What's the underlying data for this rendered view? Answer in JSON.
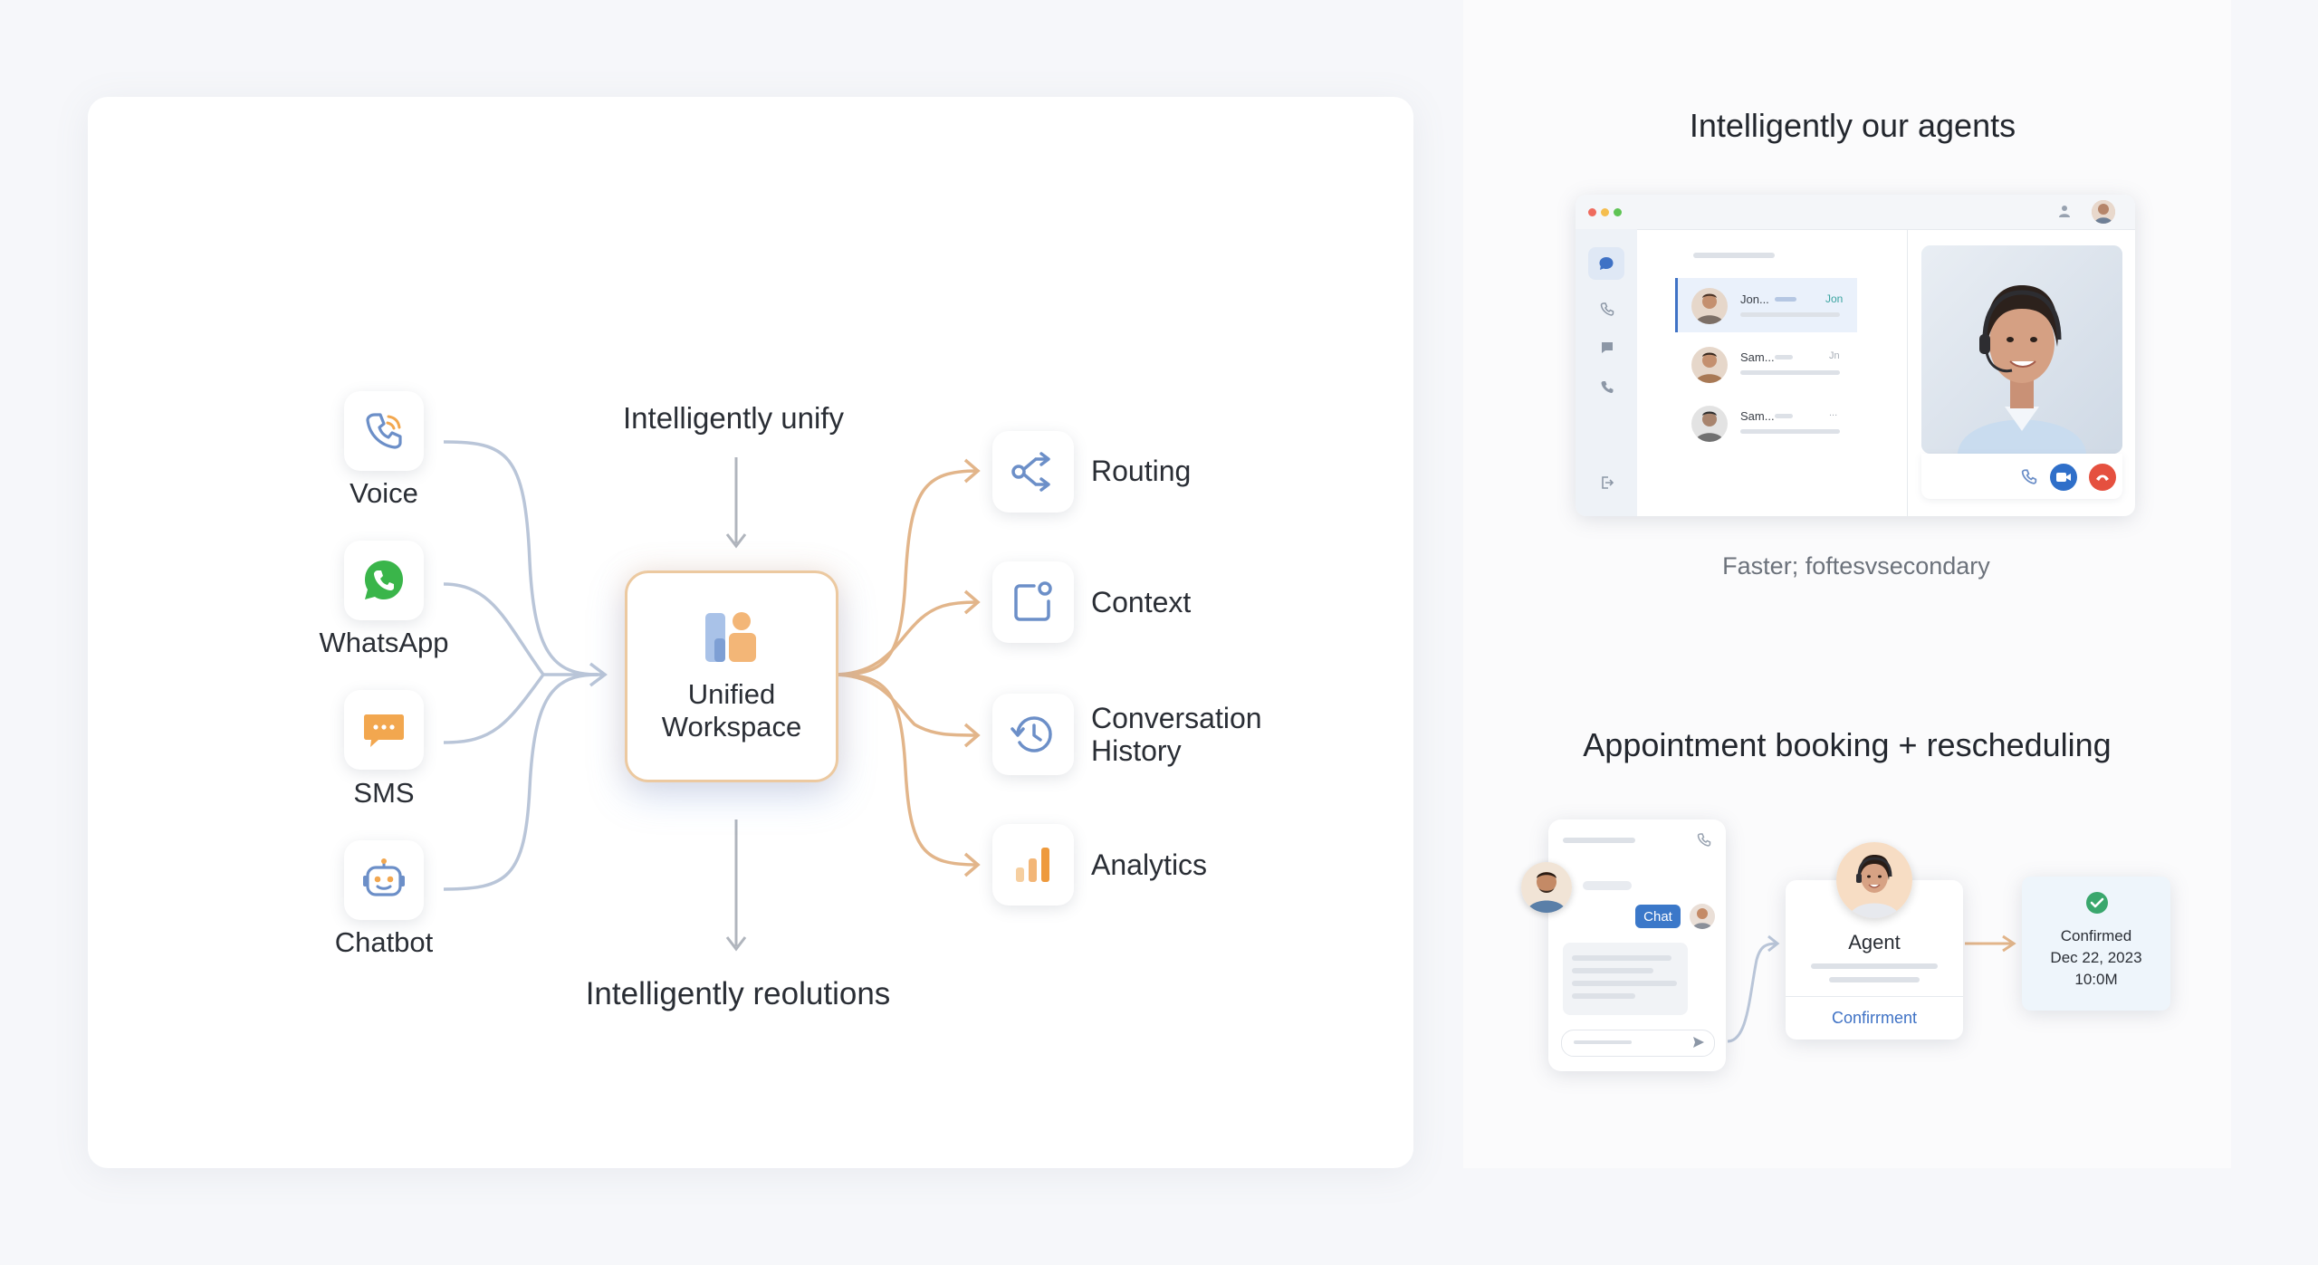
{
  "diagram": {
    "top_caption": "Intelligently unify",
    "bottom_caption": "Intelligently reolutions",
    "hub": {
      "line1": "Unified",
      "line2": "Workspace"
    },
    "channels": [
      {
        "label": "Voice",
        "icon": "phone-icon"
      },
      {
        "label": "WhatsApp",
        "icon": "whatsapp-icon"
      },
      {
        "label": "SMS",
        "icon": "sms-icon"
      },
      {
        "label": "Chatbot",
        "icon": "chatbot-icon"
      }
    ],
    "features": [
      {
        "line1": "Routing",
        "line2": "",
        "icon": "routing-icon"
      },
      {
        "line1": "Context",
        "line2": "",
        "icon": "context-icon"
      },
      {
        "line1": "Conversation",
        "line2": "History",
        "icon": "history-icon"
      },
      {
        "line1": "Analytics",
        "line2": "",
        "icon": "analytics-icon"
      }
    ],
    "colors": {
      "channel_line": "#b7c3d6",
      "feature_line": "#e3b78c",
      "hub_border": "#ecc9a0",
      "whatsapp": "#3ab54a",
      "sms": "#f2a74f",
      "blue": "#6c8fc8"
    }
  },
  "agents_section": {
    "title": "Intelligently our agents",
    "subtitle": "Faster; foftesvsecondary",
    "mock": {
      "contacts": [
        {
          "name": "Jon...",
          "tag": "Jon"
        },
        {
          "name": "Sam...",
          "tag": "Jn"
        },
        {
          "name": "Sam...",
          "tag": "..."
        }
      ]
    }
  },
  "booking_section": {
    "title": "Appointment booking + rescheduling",
    "chat_badge": "Chat",
    "agent_label": "Agent",
    "confirm_button": "Confirrment",
    "confirmed": {
      "line1": "Confirmed",
      "line2": "Dec 22, 2023",
      "line3": "10:0M"
    }
  }
}
